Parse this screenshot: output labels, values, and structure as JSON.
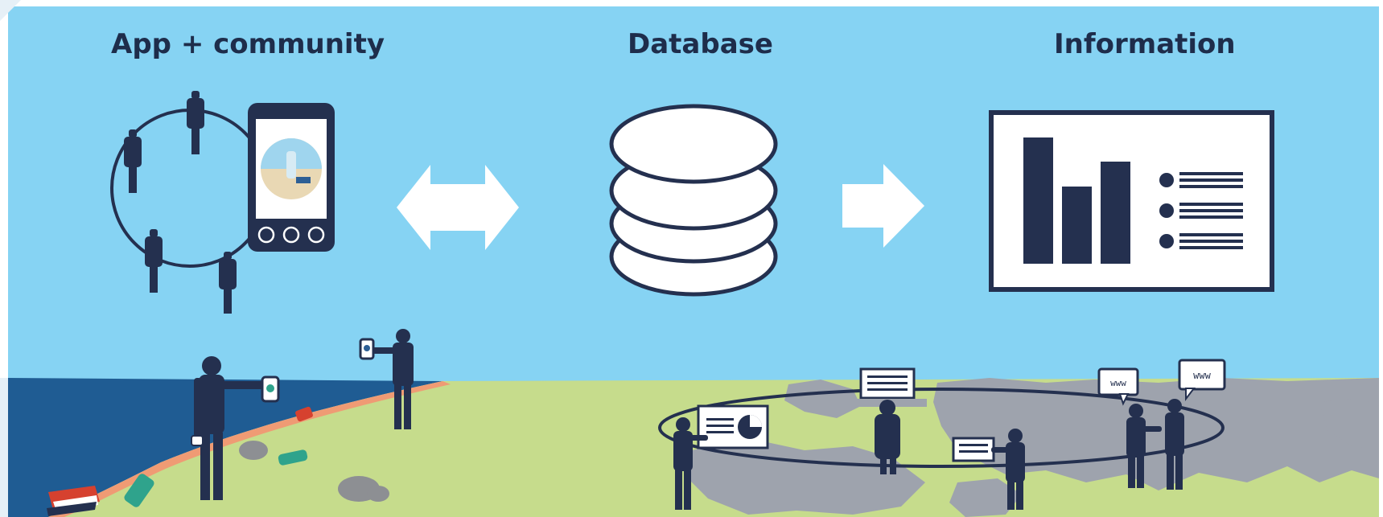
{
  "sections": {
    "app": {
      "title": "App + community"
    },
    "database": {
      "title": "Database"
    },
    "information": {
      "title": "Information"
    }
  },
  "signs": {
    "left": "www",
    "right": "www"
  },
  "colors": {
    "sky": "#86d3f3",
    "navy": "#24304f",
    "sea": "#1f5c93",
    "land": "#c6dc8c",
    "sand": "#ef9b74",
    "map_gray": "#9ea3ad",
    "white": "#ffffff"
  }
}
